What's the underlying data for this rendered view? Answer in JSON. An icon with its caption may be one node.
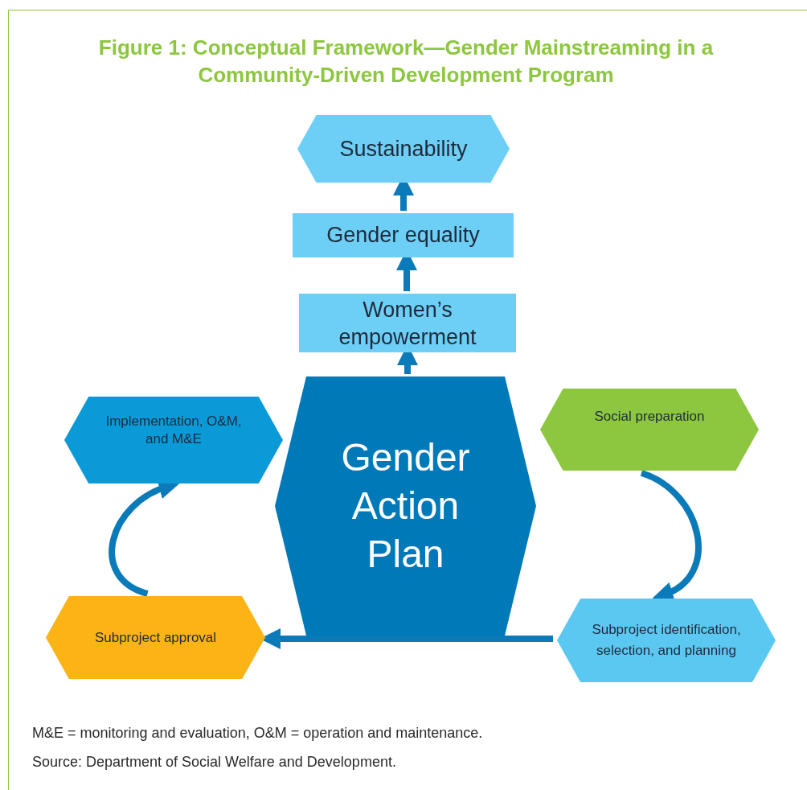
{
  "diagram": {
    "title": "Figure 1: Conceptual Framework—Gender Mainstreaming in a Community-Driven Development Program",
    "nodes": [
      {
        "text": [
          "Sustainability"
        ]
      },
      {
        "text": [
          "Gender equality"
        ]
      },
      {
        "text": [
          "Women’s empowerment"
        ]
      },
      {
        "text": [
          "Gender Action Plan"
        ]
      },
      {
        "text": [
          "Implementation, O&M, and M&E"
        ]
      },
      {
        "text": [
          "Social preparation"
        ]
      },
      {
        "text": [
          "Subproject approval"
        ]
      },
      {
        "text": [
          "Subproject identification, selection, and planning"
        ]
      }
    ],
    "edges": [
      {
        "from": 1,
        "to": 0,
        "arrow": "to"
      },
      {
        "from": 2,
        "to": 1,
        "arrow": "to"
      },
      {
        "from": 3,
        "to": 2,
        "arrow": "to"
      },
      {
        "from": 5,
        "to": 7,
        "arrow": "to"
      },
      {
        "from": 6,
        "to": 4,
        "arrow": "to"
      },
      {
        "from": 7,
        "to": 6,
        "arrow": "to"
      }
    ],
    "labels": [
      "M&E = monitoring and evaluation, O&M = operation and maintenance.",
      "Source: Department of Social Welfare and Development."
    ]
  }
}
